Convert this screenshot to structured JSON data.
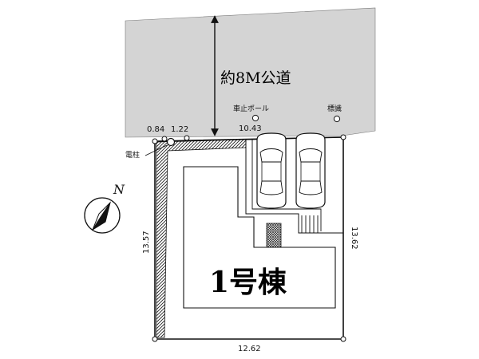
{
  "road": {
    "label": "約8M公道"
  },
  "markers": {
    "stop_pole": "車止ポール",
    "benchmark": "標識",
    "utility_pole": "電柱"
  },
  "dimensions": {
    "top_left_a": "0.84",
    "top_left_b": "1.22",
    "top": "10.43",
    "left": "13.57",
    "right": "13.62",
    "bottom": "12.62"
  },
  "building": {
    "label": "1号棟"
  },
  "compass": {
    "north": "N"
  },
  "colors": {
    "road": "#d4d4d4",
    "line": "#111111",
    "hatch": "#333333"
  }
}
